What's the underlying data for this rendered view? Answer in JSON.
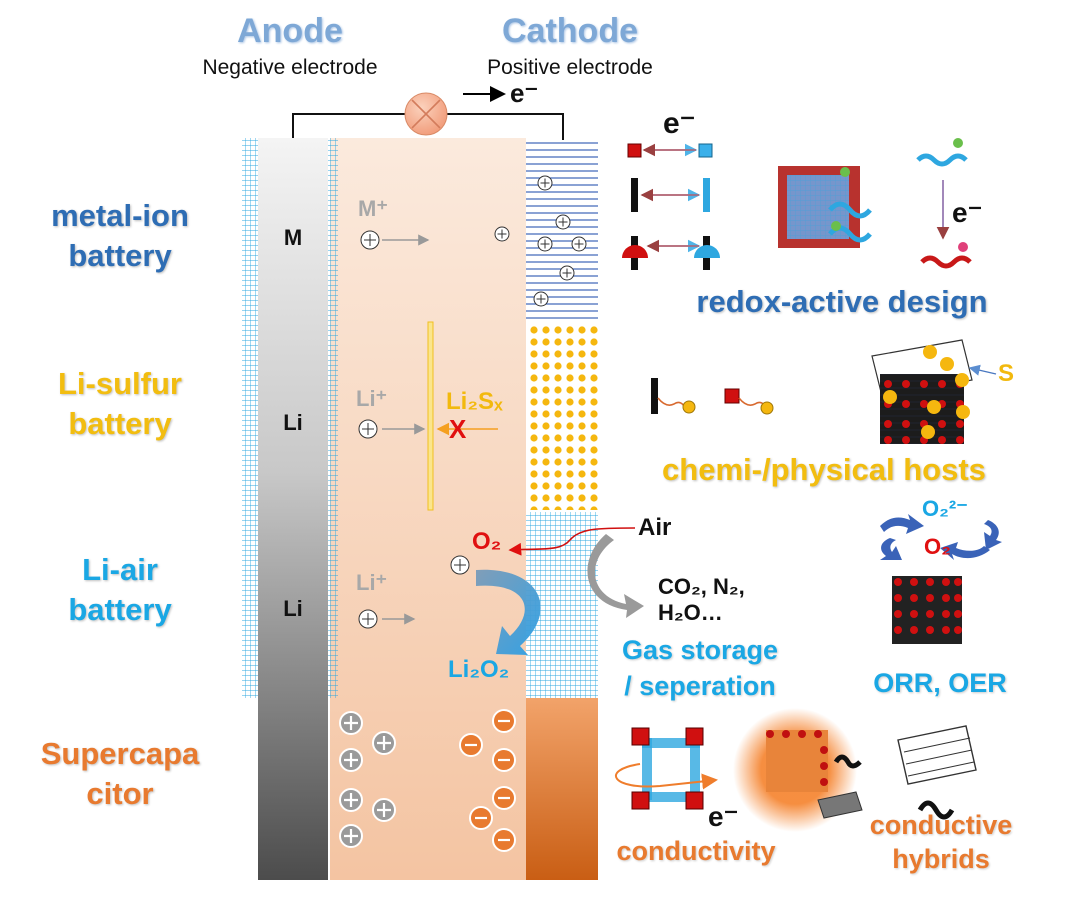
{
  "header": {
    "anode": "Anode",
    "anode_sub": "Negative electrode",
    "cathode": "Cathode",
    "cathode_sub": "Positive electrode",
    "electron": "e⁻"
  },
  "rows": {
    "metal_ion": {
      "label_line1": "metal-ion",
      "label_line2": "battery",
      "anode_metal": "M",
      "ion": "M⁺"
    },
    "li_sulfur": {
      "label_line1": "Li-sulfur",
      "label_line2": "battery",
      "anode_metal": "Li",
      "ion": "Li⁺",
      "polysulfide": "Li₂Sₓ",
      "blocked": "X"
    },
    "li_air": {
      "label_line1": "Li-air",
      "label_line2": "battery",
      "anode_metal": "Li",
      "ion": "Li⁺",
      "oxygen": "O₂",
      "product": "Li₂O₂",
      "air": "Air",
      "gases_line1": "CO₂, N₂,",
      "gases_line2": "H₂O…"
    },
    "supercap": {
      "label_line1": "Supercapa",
      "label_line2": "citor"
    }
  },
  "features": {
    "redox": {
      "title": "redox-active design",
      "e1": "e⁻",
      "e2": "e⁻"
    },
    "hosts": {
      "title": "chemi-/physical hosts",
      "sulfur": "S"
    },
    "gas": {
      "line1": "Gas storage",
      "line2": "/ seperation"
    },
    "catalysis": {
      "title": "ORR, OER",
      "peroxide": "O₂²⁻",
      "oxygen": "O₂"
    },
    "conductivity": {
      "title": "conductivity",
      "electron": "e⁻"
    },
    "hybrids": {
      "line1": "conductive",
      "line2": "hybrids"
    }
  },
  "colors": {
    "metal_ion": "#2e6db4",
    "li_sulfur": "#f2bd10",
    "li_air": "#1aa7e4",
    "supercap": "#e87a2f",
    "header": "#7ea8d6"
  }
}
